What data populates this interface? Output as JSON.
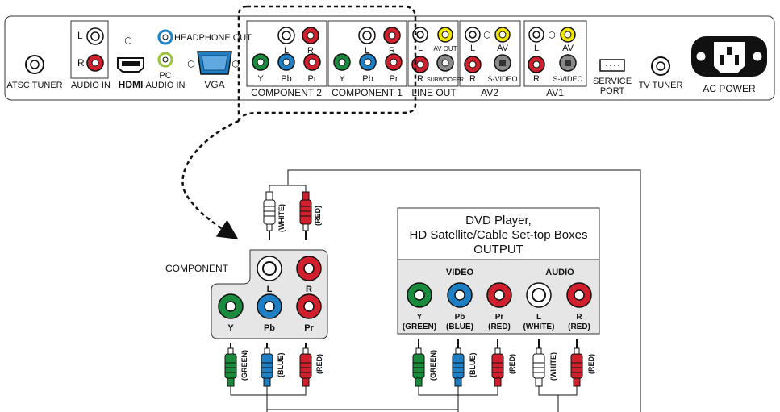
{
  "panel": {
    "atsc_tuner": "ATSC TUNER",
    "audio_in": "AUDIO IN",
    "hdmi": "HDMI",
    "pc_audio_in_line1": "PC",
    "pc_audio_in_line2": "AUDIO IN",
    "headphone_out": "HEADPHONE OUT",
    "vga": "VGA",
    "component2": "COMPONENT 2",
    "component1": "COMPONENT 1",
    "line_out": "LINE OUT",
    "av2": "AV2",
    "av1": "AV1",
    "service_port_line1": "SERVICE",
    "service_port_line2": "PORT",
    "tv_tuner": "TV TUNER",
    "ac_power": "AC POWER",
    "l": "L",
    "r": "R",
    "y": "Y",
    "pb": "Pb",
    "pr": "Pr",
    "av": "AV",
    "av_out": "AV OUT",
    "subwoofer": "SUBWOOFER",
    "s_video": "S-VIDEO"
  },
  "component_panel": {
    "title": "COMPONENT",
    "l": "L",
    "r": "R",
    "y": "Y",
    "pb": "Pb",
    "pr": "Pr"
  },
  "dvd": {
    "title_line1": "DVD Player,",
    "title_line2": "HD Satellite/Cable Set-top Boxes",
    "title_line3": "OUTPUT",
    "video": "VIDEO",
    "audio": "AUDIO",
    "y": "Y",
    "y_color": "(GREEN)",
    "pb": "Pb",
    "pb_color": "(BLUE)",
    "pr": "Pr",
    "pr_color": "(RED)",
    "l": "L",
    "l_color": "(WHITE)",
    "r": "R",
    "r_color": "(RED)"
  },
  "plug_labels": {
    "white": "(WHITE)",
    "red": "(RED)",
    "green": "(GREEN)",
    "blue": "(BLUE)"
  },
  "colors": {
    "green": "#1a8a3c",
    "blue": "#1f7fc4",
    "red": "#d0202e",
    "white": "#ffffff",
    "yellow": "#f2e600",
    "panel_gray": "#e6e6e6"
  }
}
